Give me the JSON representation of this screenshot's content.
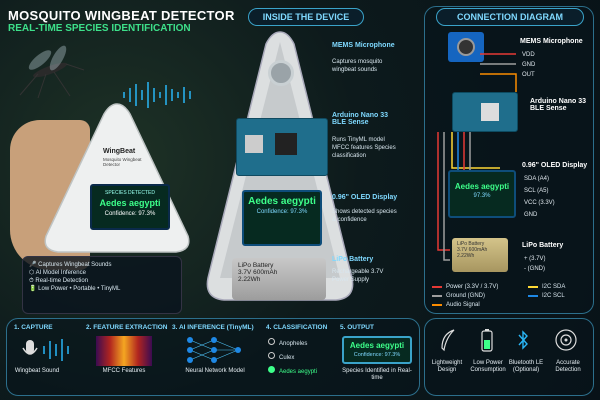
{
  "header": {
    "title": "MOSQUITO WINGBEAT DETECTOR",
    "subtitle": "REAL-TIME SPECIES IDENTIFICATION"
  },
  "device": {
    "brand": "WingBeat",
    "brand_sub": "Mosquito Wingbeat Detector",
    "screen_label": "SPECIES DETECTED",
    "species": "Aedes aegypti",
    "confidence": "Confidence: 97.3%"
  },
  "features": [
    "Captures Wingbeat Sounds",
    "AI Model Inference",
    "Real-time Detection",
    "Low Power • Portable • TinyML"
  ],
  "inside": {
    "heading": "INSIDE THE DEVICE",
    "mic": {
      "title": "MEMS Microphone",
      "desc": "Captures mosquito wingbeat sounds"
    },
    "arduino": {
      "title": "Arduino Nano 33 BLE Sense",
      "desc": "Runs TinyML model MFCC features Species classification"
    },
    "oled": {
      "title": "0.96\" OLED Display",
      "desc": "Shows detected species & confidence",
      "species": "Aedes aegypti",
      "confidence": "Confidence: 97.3%"
    },
    "battery": {
      "title": "LiPo Battery",
      "desc": "Rechargeable 3.7V Power Supply",
      "label1": "LiPo Battery",
      "label2": "3.7V 600mAh",
      "label3": "2.22Wh"
    }
  },
  "connection": {
    "heading": "CONNECTION DIAGRAM",
    "mic_label": "MEMS Microphone",
    "mic_pins": [
      "VDD",
      "GND",
      "OUT"
    ],
    "arduino_label": "Arduino Nano 33 BLE Sense",
    "oled_label": "0.96\" OLED Display",
    "oled_pins": [
      "SDA (A4)",
      "SCL (A5)",
      "VCC (3.3V)",
      "GND"
    ],
    "oled_species": "Aedes aegypti",
    "oled_conf": "97.3%",
    "battery_label": "LiPo Battery",
    "battery_pins": [
      "+ (3.7V)",
      "- (GND)"
    ],
    "battery_text": [
      "LiPo Battery",
      "3.7V 600mAh",
      "2.22Wh"
    ],
    "legend": [
      {
        "label": "Power (3.3V / 3.7V)",
        "color": "#e53935"
      },
      {
        "label": "I2C SDA",
        "color": "#fdd835"
      },
      {
        "label": "Ground (GND)",
        "color": "#9e9e9e"
      },
      {
        "label": "I2C SCL",
        "color": "#1e88e5"
      },
      {
        "label": "Audio Signal",
        "color": "#fb8c00"
      }
    ]
  },
  "pipeline": [
    {
      "heading": "1. CAPTURE",
      "caption": "Wingbeat Sound"
    },
    {
      "heading": "2. FEATURE EXTRACTION",
      "caption": "MFCC Features"
    },
    {
      "heading": "3. AI INFERENCE (TinyML)",
      "caption": "Neural Network Model"
    },
    {
      "heading": "4. CLASSIFICATION",
      "options": [
        "Anopheles",
        "Culex",
        "Aedes aegypti"
      ]
    },
    {
      "heading": "5. OUTPUT",
      "species": "Aedes aegypti",
      "confidence": "Confidence: 97.3%",
      "caption": "Species Identified in Real-time"
    }
  ],
  "benefits": [
    {
      "label": "Lightweight Design",
      "icon": "feather-icon"
    },
    {
      "label": "Low Power Consumption",
      "icon": "battery-icon"
    },
    {
      "label": "Bluetooth LE (Optional)",
      "icon": "bluetooth-icon"
    },
    {
      "label": "Accurate Detection",
      "icon": "target-icon"
    }
  ]
}
